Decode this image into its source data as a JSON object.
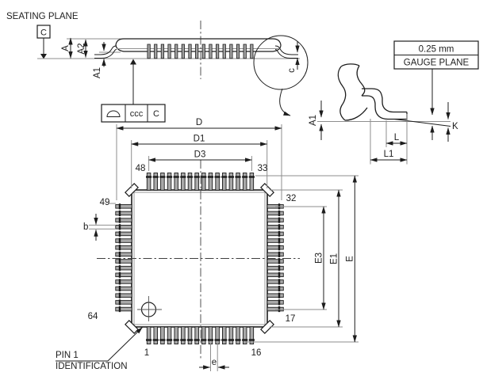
{
  "side_view": {
    "seating_plane_label": "SEATING PLANE",
    "datum_letter": "C",
    "dim_a": "A",
    "dim_a2": "A2",
    "dim_a1": "A1",
    "dim_c": "c",
    "flatness_frame": {
      "symbol": "profile-of-surface",
      "tolerance": "ccc",
      "datum": "C"
    }
  },
  "gauge_detail": {
    "offset_value": "0.25 mm",
    "plane_label": "GAUGE PLANE",
    "dim_a1": "A1",
    "dim_k": "K",
    "dim_l": "L",
    "dim_l1": "L1"
  },
  "top_view": {
    "dim_d": "D",
    "dim_d1": "D1",
    "dim_d3": "D3",
    "dim_e": "E",
    "dim_e1": "E1",
    "dim_e3": "E3",
    "dim_b": "b",
    "dim_pitch": "e",
    "pins_per_side": 16,
    "pin_numbers": {
      "top_left": "48",
      "top_right": "33",
      "left_top": "49",
      "left_bottom": "64",
      "right_top": "32",
      "right_bottom": "17",
      "bottom_left": "1",
      "bottom_right": "16"
    },
    "pin1_note_line1": "PIN 1",
    "pin1_note_line2": "IDENTIFICATION"
  },
  "colors": {
    "line": "#1d1d1d",
    "gray": "#8e8e8e",
    "background": "#ffffff"
  }
}
